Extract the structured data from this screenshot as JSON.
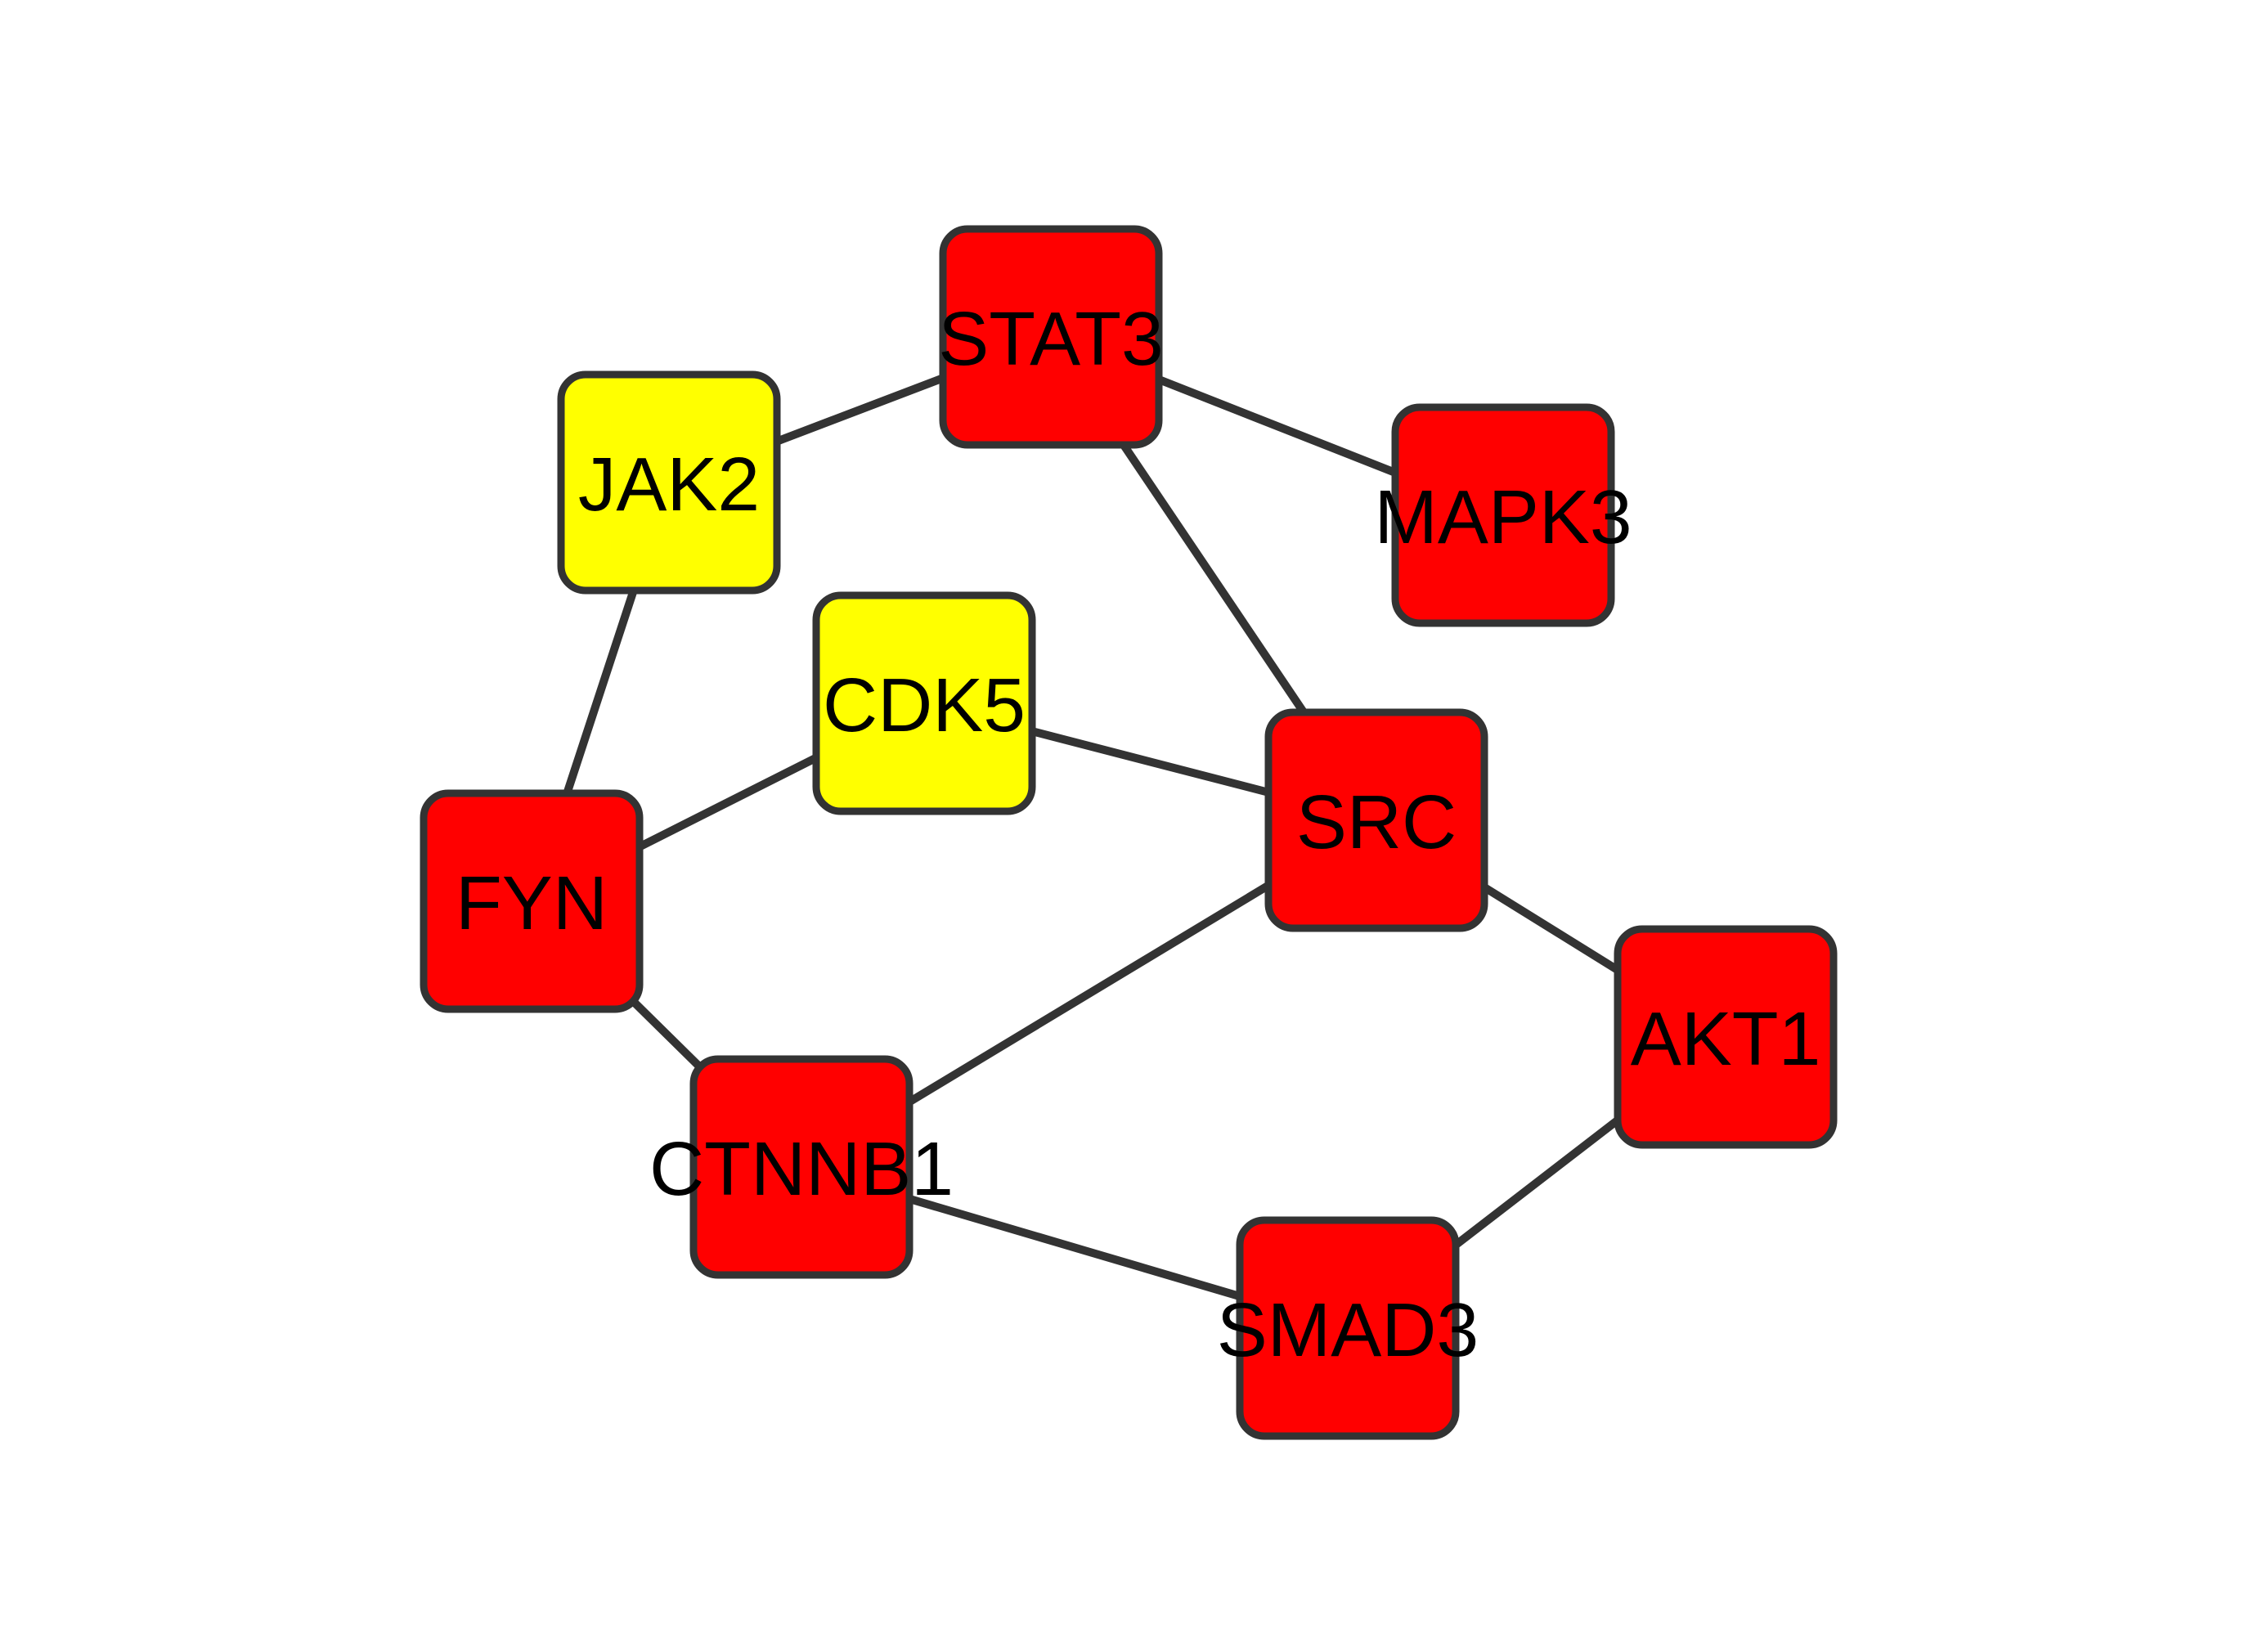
{
  "palette": {
    "edge": "#333333",
    "border": "#333333",
    "label": "#000000"
  },
  "nodes": [
    {
      "id": "STAT3",
      "label": "STAT3",
      "color": "#ff0000"
    },
    {
      "id": "JAK2",
      "label": "JAK2",
      "color": "#ffff00"
    },
    {
      "id": "MAPK3",
      "label": "MAPK3",
      "color": "#ff0000"
    },
    {
      "id": "CDK5",
      "label": "CDK5",
      "color": "#ffff00"
    },
    {
      "id": "SRC",
      "label": "SRC",
      "color": "#ff0000"
    },
    {
      "id": "FYN",
      "label": "FYN",
      "color": "#ff0000"
    },
    {
      "id": "AKT1",
      "label": "AKT1",
      "color": "#ff0000"
    },
    {
      "id": "CTNNB1",
      "label": "CTNNB1",
      "color": "#ff0000"
    },
    {
      "id": "SMAD3",
      "label": "SMAD3",
      "color": "#ff0000"
    }
  ],
  "edges": [
    {
      "source": "JAK2",
      "target": "STAT3"
    },
    {
      "source": "STAT3",
      "target": "MAPK3"
    },
    {
      "source": "STAT3",
      "target": "SRC"
    },
    {
      "source": "JAK2",
      "target": "FYN"
    },
    {
      "source": "FYN",
      "target": "CDK5"
    },
    {
      "source": "CDK5",
      "target": "SRC"
    },
    {
      "source": "FYN",
      "target": "CTNNB1"
    },
    {
      "source": "CTNNB1",
      "target": "SRC"
    },
    {
      "source": "SRC",
      "target": "AKT1"
    },
    {
      "source": "CTNNB1",
      "target": "SMAD3"
    },
    {
      "source": "SMAD3",
      "target": "AKT1"
    }
  ]
}
